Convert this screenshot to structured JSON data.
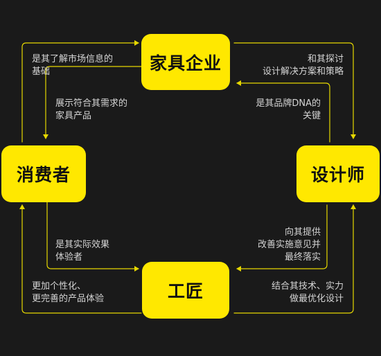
{
  "nodes": {
    "furniture_company": "家具企业",
    "consumer": "消费者",
    "designer": "设计师",
    "craftsman": "工匠"
  },
  "labels": {
    "consumer_to_company": [
      "是其了解市场信息的",
      "基础"
    ],
    "company_to_consumer": [
      "展示符合其需求的",
      "家具产品"
    ],
    "company_to_designer": [
      "和其探讨",
      "设计解决方案和策略"
    ],
    "designer_to_company": [
      "是其品牌DNA的",
      "关键"
    ],
    "consumer_to_craftsman": [
      "是其实际效果",
      "体验者"
    ],
    "craftsman_to_consumer": [
      "更加个性化、",
      "更完善的产品体验"
    ],
    "designer_to_craftsman": [
      "向其提供",
      "改善实施意见并",
      "最终落实"
    ],
    "craftsman_to_designer": [
      "结合其技术、实力",
      "做最优化设计"
    ]
  },
  "colors": {
    "background": "#1a1a1a",
    "node_fill": "#ffe800",
    "arrow": "#e6d800",
    "text": "#d4d4d4"
  }
}
